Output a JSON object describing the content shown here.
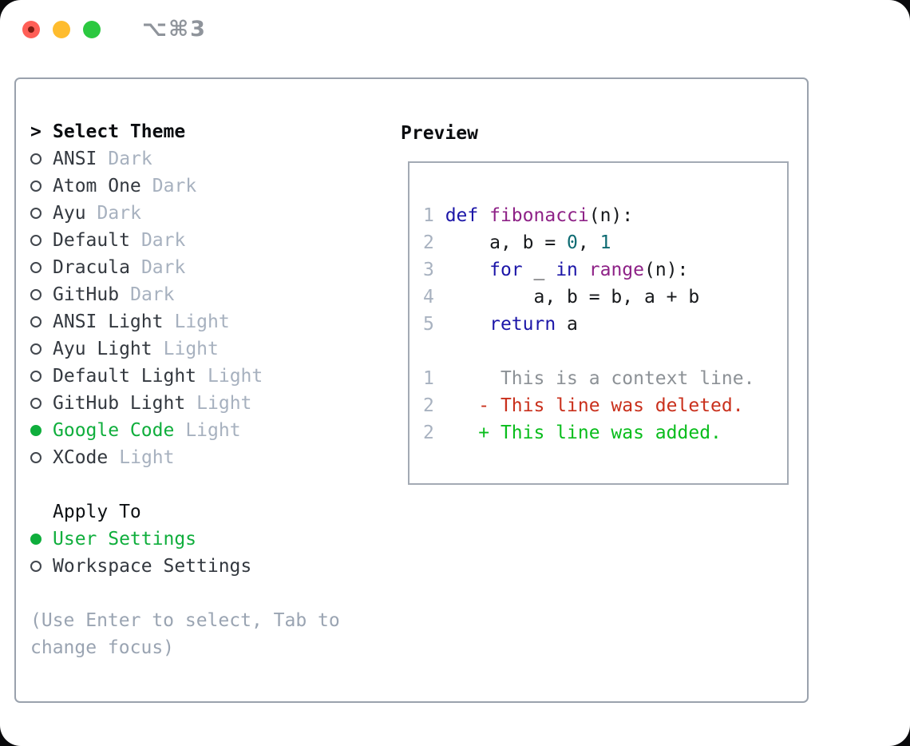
{
  "titlebar": {
    "shortcut": "⌥⌘3",
    "traffic_lights": [
      "close",
      "minimize",
      "zoom"
    ]
  },
  "theme_panel": {
    "prompt": ">",
    "list_title": "Select Theme",
    "themes": [
      {
        "name": "ANSI",
        "variant": "Dark",
        "selected": false
      },
      {
        "name": "Atom One",
        "variant": "Dark",
        "selected": false
      },
      {
        "name": "Ayu",
        "variant": "Dark",
        "selected": false
      },
      {
        "name": "Default",
        "variant": "Dark",
        "selected": false
      },
      {
        "name": "Dracula",
        "variant": "Dark",
        "selected": false
      },
      {
        "name": "GitHub",
        "variant": "Dark",
        "selected": false
      },
      {
        "name": "ANSI Light",
        "variant": "Light",
        "selected": false
      },
      {
        "name": "Ayu Light",
        "variant": "Light",
        "selected": false
      },
      {
        "name": "Default Light",
        "variant": "Light",
        "selected": false
      },
      {
        "name": "GitHub Light",
        "variant": "Light",
        "selected": false
      },
      {
        "name": "Google Code",
        "variant": "Light",
        "selected": true
      },
      {
        "name": "XCode",
        "variant": "Light",
        "selected": false
      }
    ],
    "apply_to": {
      "title": "Apply To",
      "options": [
        {
          "label": "User Settings",
          "selected": true
        },
        {
          "label": "Workspace Settings",
          "selected": false
        }
      ]
    },
    "help_lines": [
      "(Use Enter to select, Tab to",
      "change focus)"
    ]
  },
  "preview": {
    "title": "Preview",
    "lines": [
      {
        "num": "1",
        "segments": [
          {
            "type": "keyword",
            "text": "def"
          },
          {
            "type": "plain",
            "text": " "
          },
          {
            "type": "title",
            "text": "fibonacci"
          },
          {
            "type": "plain",
            "text": "(n):"
          }
        ]
      },
      {
        "num": "2",
        "segments": [
          {
            "type": "plain",
            "text": "    a, b = "
          },
          {
            "type": "number",
            "text": "0"
          },
          {
            "type": "plain",
            "text": ", "
          },
          {
            "type": "number",
            "text": "1"
          }
        ]
      },
      {
        "num": "3",
        "segments": [
          {
            "type": "plain",
            "text": "    "
          },
          {
            "type": "keyword",
            "text": "for"
          },
          {
            "type": "plain",
            "text": " _ "
          },
          {
            "type": "keyword",
            "text": "in"
          },
          {
            "type": "plain",
            "text": " "
          },
          {
            "type": "title",
            "text": "range"
          },
          {
            "type": "plain",
            "text": "(n):"
          }
        ]
      },
      {
        "num": "4",
        "segments": [
          {
            "type": "plain",
            "text": "        a, b = b, a + b"
          }
        ]
      },
      {
        "num": "5",
        "segments": [
          {
            "type": "plain",
            "text": "    "
          },
          {
            "type": "keyword",
            "text": "return"
          },
          {
            "type": "plain",
            "text": " a"
          }
        ]
      },
      {
        "blank": true
      },
      {
        "num": "1",
        "segments": [
          {
            "type": "context",
            "text": "     This is a context line."
          }
        ]
      },
      {
        "num": "2",
        "segments": [
          {
            "type": "deletion",
            "text": "   - This line was deleted."
          }
        ]
      },
      {
        "num": "2",
        "segments": [
          {
            "type": "addition",
            "text": "   + This line was added."
          }
        ]
      }
    ]
  },
  "colors": {
    "accent_green": "#0fae3c",
    "addition_green": "#09bd1c",
    "deletion_red": "#c9301c",
    "keyword_blue": "#1c16a8",
    "title_purple": "#8e2287",
    "number_teal": "#0e6b72",
    "context_gray": "#8c9196",
    "line_number_gray": "#a8b2c0",
    "variant_gray": "#a7b1bf",
    "panel_border": "#9aa2ad",
    "traffic_red": "#ff5f57",
    "traffic_yellow": "#febc2e",
    "traffic_green": "#2bc840"
  }
}
